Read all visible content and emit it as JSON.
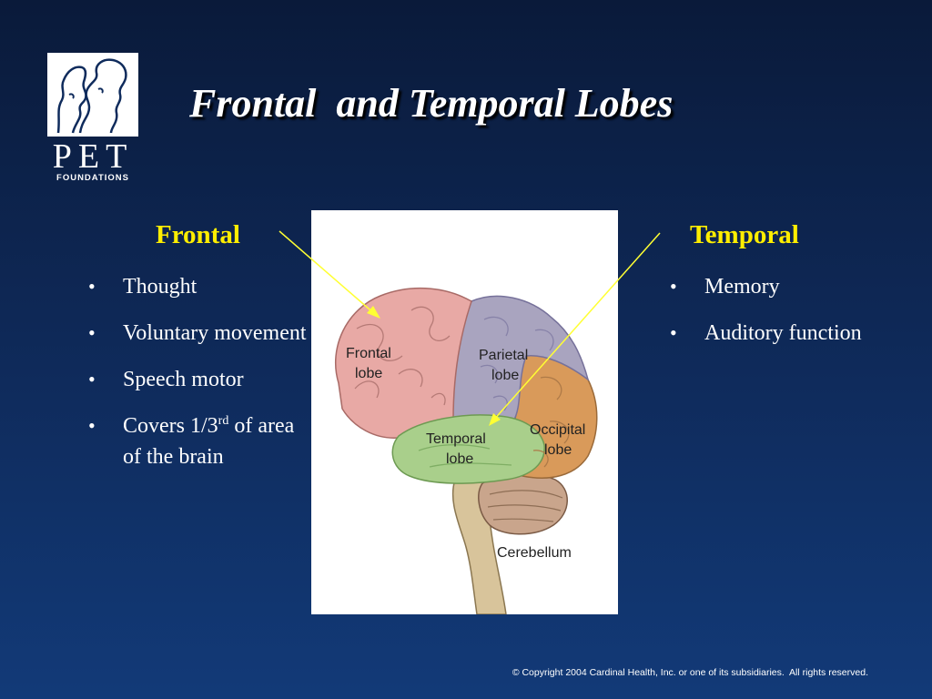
{
  "slide": {
    "title": "Frontal  and Temporal Lobes",
    "logo": {
      "text": "PET",
      "subtext": "FOUNDATIONS"
    },
    "frontal": {
      "heading": "Frontal",
      "items": [
        {
          "text": "Thought"
        },
        {
          "text": "Voluntary movement"
        },
        {
          "text": "Speech motor"
        },
        {
          "pre": "Covers 1/3",
          "sup": "rd",
          "post": " of area of the brain"
        }
      ]
    },
    "temporal": {
      "heading": "Temporal",
      "items": [
        {
          "text": "Memory"
        },
        {
          "text": "Auditory function"
        }
      ]
    },
    "brain": {
      "labels": {
        "frontal_1": "Frontal",
        "frontal_2": "lobe",
        "parietal_1": "Parietal",
        "parietal_2": "lobe",
        "temporal_1": "Temporal",
        "temporal_2": "lobe",
        "occipital_1": "Occipital",
        "occipital_2": "lobe",
        "cerebellum": "Cerebellum"
      },
      "colors": {
        "frontal": "#e8a9a5",
        "parietal": "#a9a4bf",
        "temporal": "#a9cf8b",
        "occipital": "#d99a5a",
        "cerebellum": "#c9a58c",
        "stem": "#d8c49b"
      }
    },
    "arrow_color": "#ffff33",
    "bullet_symbol": "•",
    "copyright": "© Copyright 2004 Cardinal Health, Inc. or one of its subsidiaries.  All rights reserved."
  }
}
